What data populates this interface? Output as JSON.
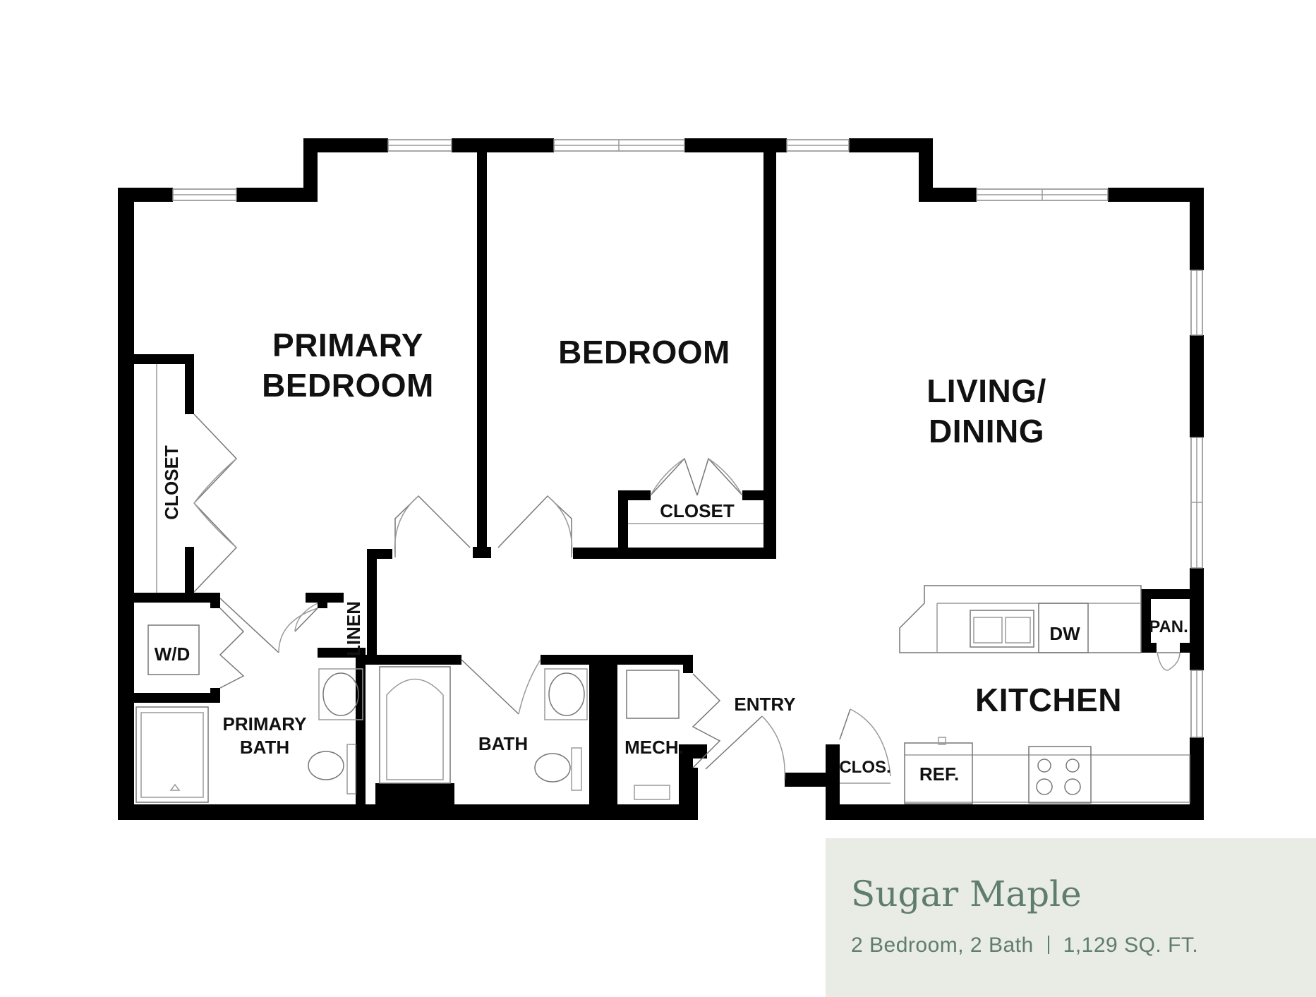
{
  "rooms": {
    "primary_bedroom": [
      "PRIMARY",
      "BEDROOM"
    ],
    "bedroom": "BEDROOM",
    "living_dining": [
      "LIVING/",
      "DINING"
    ],
    "kitchen": "KITCHEN",
    "closet_primary": "CLOSET",
    "closet_bedroom": "CLOSET",
    "wd": "W/D",
    "linen": "LINEN",
    "primary_bath": [
      "PRIMARY",
      "BATH"
    ],
    "bath": "BATH",
    "mech": "MECH.",
    "entry": "ENTRY",
    "clos": "CLOS.",
    "ref": "REF.",
    "dw": "DW",
    "pan": "PAN."
  },
  "info": {
    "name": "Sugar Maple",
    "bed_bath": "2 Bedroom, 2 Bath",
    "sqft": "1,129 SQ. FT."
  },
  "colors": {
    "wall": "#000000",
    "info_bg": "#e9ebe5",
    "info_text": "#5f7d6b"
  }
}
